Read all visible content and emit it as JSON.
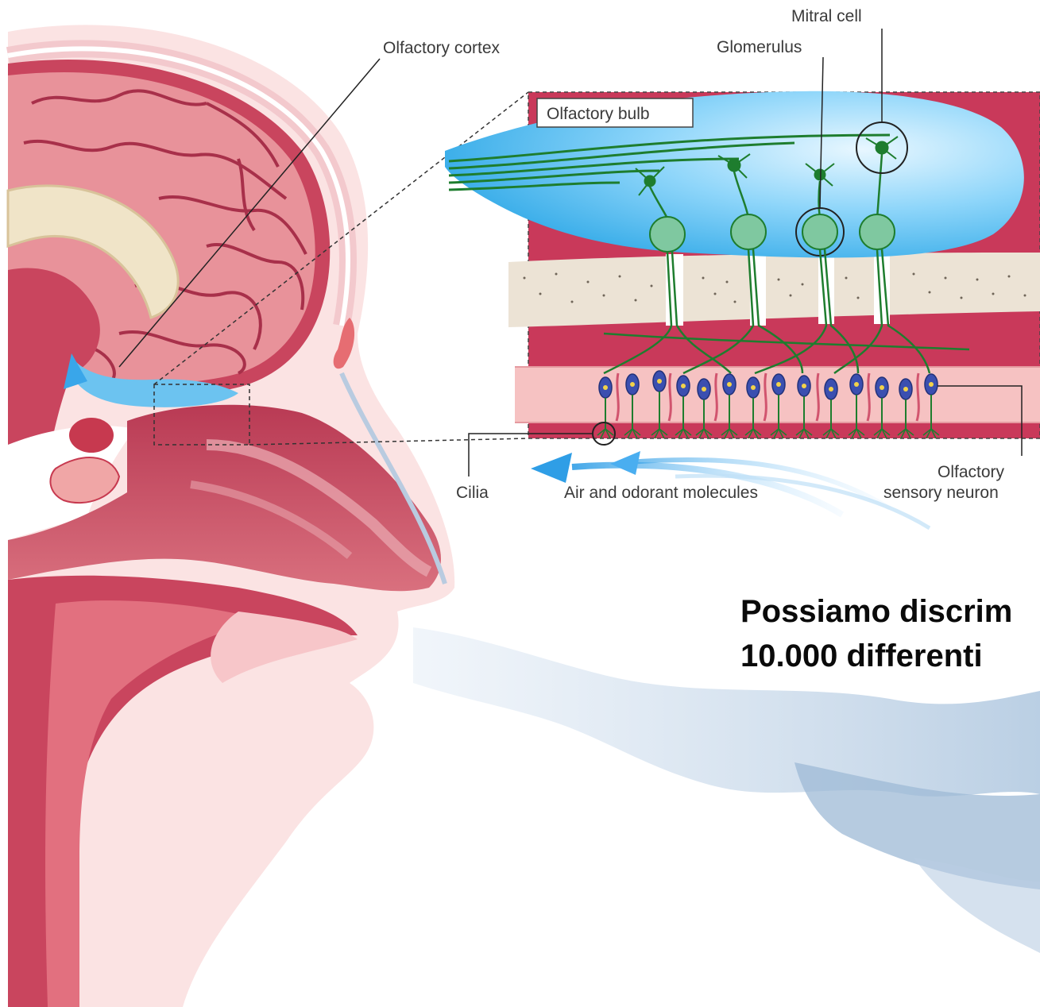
{
  "labels": {
    "olfactory_cortex": "Olfactory cortex",
    "mitral_cell": "Mitral cell",
    "glomerulus": "Glomerulus",
    "olfactory_bulb": "Olfactory bulb",
    "cilia": "Cilia",
    "air_and_odorant": "Air and odorant molecules",
    "olfactory_neuron_line1": "Olfactory",
    "olfactory_neuron_line2": "sensory neuron"
  },
  "caption": {
    "line1": "Possiamo discrim",
    "line2": "10.000 differenti"
  },
  "colors": {
    "brain": "#e58a92",
    "tissue_dark": "#c2405a",
    "skin": "#fbe3e3",
    "bulb_blue": "#3ab6ee",
    "neuron_green": "#1e7d2e",
    "bone": "#ece3d5",
    "air_blue": "#35a8ea",
    "caption_text": "#0a0a0a"
  }
}
